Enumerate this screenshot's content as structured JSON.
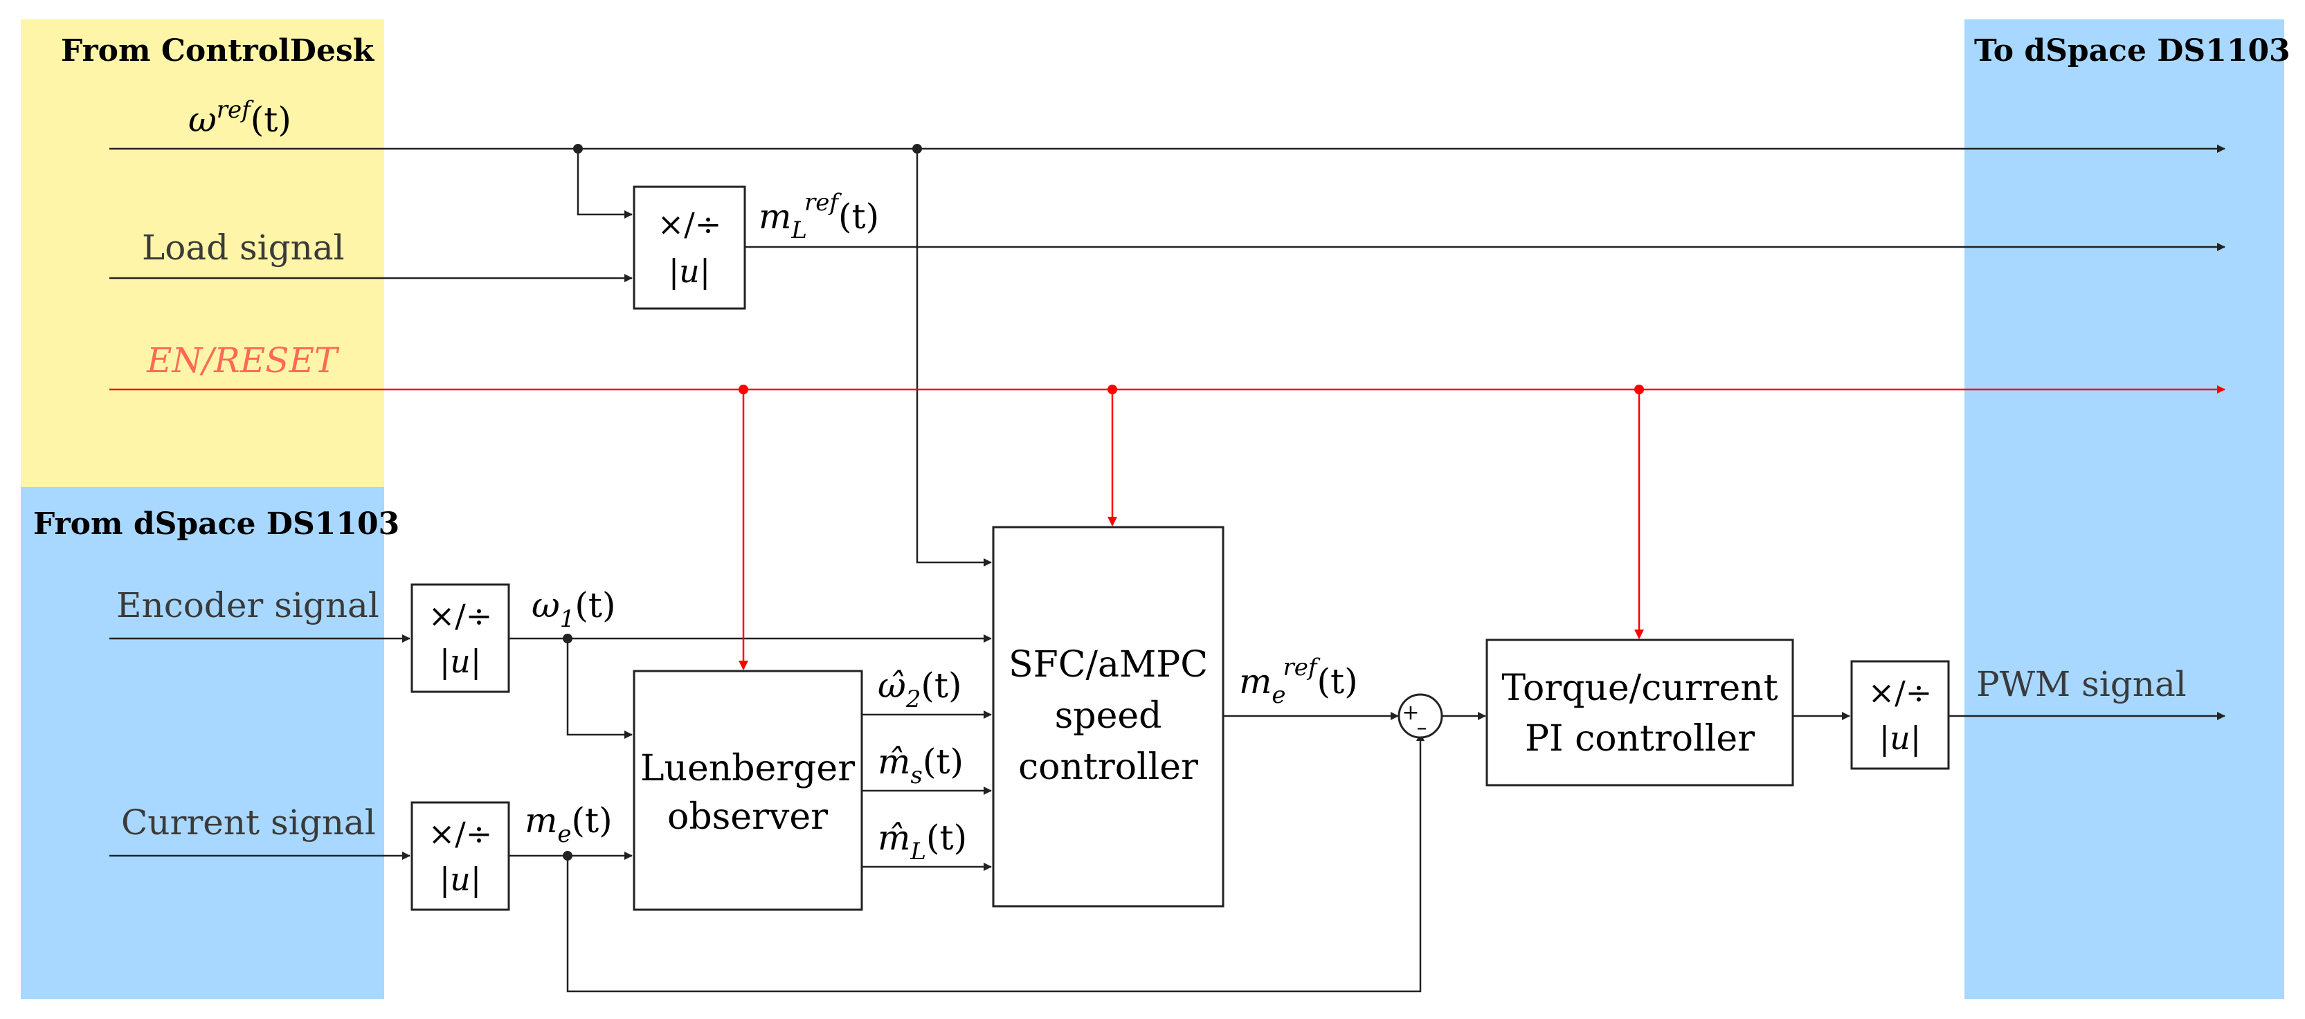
{
  "zones": {
    "control_desk": "From ControlDesk",
    "dspace_in": "From dSpace DS1103",
    "dspace_out": "To dSpace DS1103"
  },
  "signals": {
    "omega_ref": "ω",
    "omega_ref_sup": "ref",
    "omega_ref_arg": "(t)",
    "load": "Load signal",
    "en_reset": "EN/RESET",
    "encoder": "Encoder signal",
    "current": "Current signal",
    "pwm": "PWM signal",
    "mL_ref_base": "m",
    "mL_ref_sub": "L",
    "mL_ref_sup": "ref",
    "mL_ref_arg": "(t)",
    "omega1_base": "ω",
    "omega1_sub": "1",
    "omega1_arg": "(t)",
    "me_base": "m",
    "me_sub": "e",
    "me_arg": "(t)",
    "omega2_base": "ω̂",
    "omega2_sub": "2",
    "omega2_arg": "(t)",
    "ms_base": "m̂",
    "ms_sub": "s",
    "ms_arg": "(t)",
    "mLhat_base": "m̂",
    "mLhat_sub": "L",
    "mLhat_arg": "(t)",
    "me_ref_base": "m",
    "me_ref_sub": "e",
    "me_ref_sup": "ref",
    "me_ref_arg": "(t)"
  },
  "blocks": {
    "gain_top": "×/÷",
    "gain_bottom": "|u|",
    "observer_line1": "Luenberger",
    "observer_line2": "observer",
    "speed_line1": "SFC/aMPC",
    "speed_line2": "speed",
    "speed_line3": "controller",
    "torque_line1": "Torque/current",
    "torque_line2": "PI controller",
    "sum_plus": "+",
    "sum_minus": "–"
  },
  "colors": {
    "yellow_zone": "#fff5a8",
    "blue_zone": "#a8d8ff",
    "enable_wire": "#ff0000",
    "en_label": "#ff6a55"
  }
}
